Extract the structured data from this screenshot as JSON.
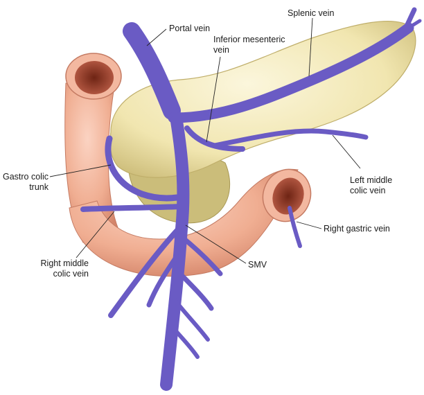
{
  "labels": {
    "portal_vein": "Portal vein",
    "splenic_vein": "Splenic vein",
    "inferior_mesenteric_vein": [
      "Inferior mesenteric",
      "vein"
    ],
    "gastro_colic_trunk": [
      "Gastro colic",
      "trunk"
    ],
    "left_middle_colic_vein": [
      "Left middle",
      "colic vein"
    ],
    "right_gastric_vein": "Right gastric vein",
    "right_middle_colic_vein": [
      "Right middle",
      "colic vein"
    ],
    "smv": "SMV"
  },
  "colors": {
    "vein": "#6a5bc4",
    "vein_dark": "#4a3d9e",
    "pancreas": "#f3e9b8",
    "pancreas_shade": "#d9c98a",
    "bowel": "#f2b49a",
    "bowel_shade": "#d98a70",
    "bowel_lumen": "#8a3a2a",
    "leader_line": "#222222"
  }
}
